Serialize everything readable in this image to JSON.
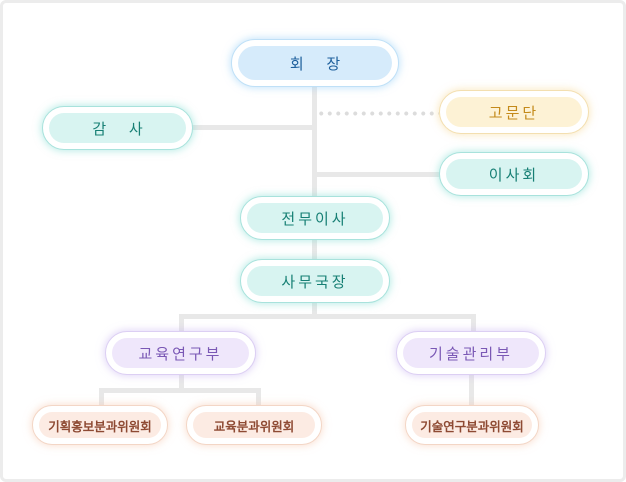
{
  "org_chart": {
    "title": "조직도",
    "nodes": {
      "chairman": {
        "label": "회 장",
        "color": "#1d5f9c"
      },
      "auditor": {
        "label": "감 사",
        "color": "#167f74"
      },
      "advisory": {
        "label": "고문단",
        "color": "#c48a1a"
      },
      "board": {
        "label": "이사회",
        "color": "#167f74"
      },
      "executive": {
        "label": "전무이사",
        "color": "#167f74"
      },
      "secretary_general": {
        "label": "사무국장",
        "color": "#167f74"
      },
      "education_research": {
        "label": "교육연구부",
        "color": "#7a58b5"
      },
      "tech_management": {
        "label": "기술관리부",
        "color": "#7a58b5"
      },
      "planning_pr_committee": {
        "label": "기획홍보분과위원회",
        "color": "#8e4a33"
      },
      "education_committee": {
        "label": "교육분과위원회",
        "color": "#8e4a33"
      },
      "tech_research_committee": {
        "label": "기술연구분과위원회",
        "color": "#8e4a33"
      }
    },
    "relations": [
      {
        "from": "chairman",
        "to": "auditor",
        "type": "solid"
      },
      {
        "from": "chairman",
        "to": "advisory",
        "type": "dotted"
      },
      {
        "from": "chairman",
        "to": "board",
        "type": "solid"
      },
      {
        "from": "chairman",
        "to": "executive",
        "type": "solid"
      },
      {
        "from": "executive",
        "to": "secretary_general",
        "type": "solid"
      },
      {
        "from": "secretary_general",
        "to": "education_research",
        "type": "solid"
      },
      {
        "from": "secretary_general",
        "to": "tech_management",
        "type": "solid"
      },
      {
        "from": "education_research",
        "to": "planning_pr_committee",
        "type": "solid"
      },
      {
        "from": "education_research",
        "to": "education_committee",
        "type": "solid"
      },
      {
        "from": "tech_management",
        "to": "tech_research_committee",
        "type": "solid"
      }
    ]
  }
}
